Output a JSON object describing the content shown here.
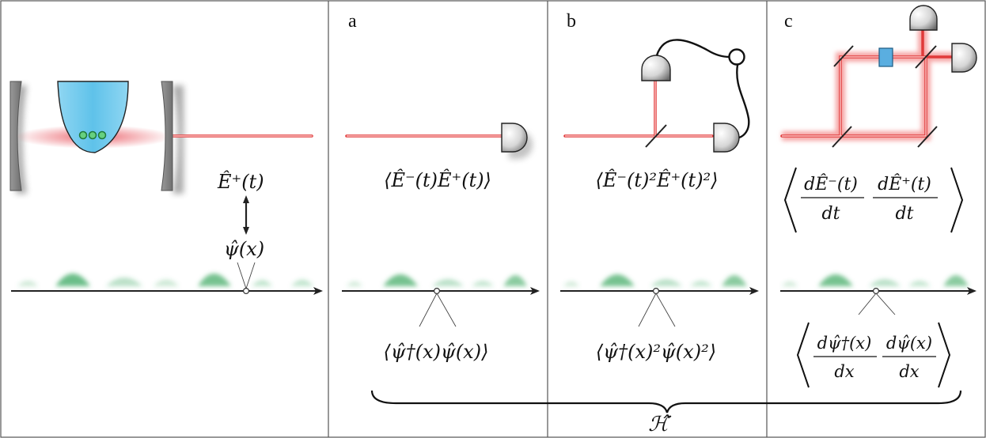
{
  "panels": {
    "a": {
      "label": "a",
      "field_expr": "⟨Ê⁻(t)Ê⁺(t)⟩",
      "matter_expr": "⟨ψ̂†(x)ψ̂(x)⟩"
    },
    "b": {
      "label": "b",
      "field_expr": "⟨Ê⁻(t)²Ê⁺(t)²⟩",
      "matter_expr": "⟨ψ̂†(x)²ψ̂(x)²⟩"
    },
    "c": {
      "label": "c",
      "field_num1": "dÊ⁻(t)",
      "field_den1": "dt",
      "field_num2": "dÊ⁺(t)",
      "field_den2": "dt",
      "matter_num1": "dψ̂†(x)",
      "matter_den1": "dx",
      "matter_num2": "dψ̂(x)",
      "matter_den2": "dx"
    }
  },
  "setup": {
    "field_label": "Ê⁺(t)",
    "matter_label": "ψ̂(x)"
  },
  "hamiltonian_label": "ℋ̂",
  "colors": {
    "beam": "#e03a3a",
    "beam_glow": "#f6a5a5",
    "condensate": "#67c6ea",
    "atom": "#3cb563",
    "density": "#3aa861",
    "detector": "#d9d9d9",
    "cube": "#5aaee0",
    "mirror": "#8a8a8a"
  },
  "icons": [
    "detector-icon",
    "mirror-icon",
    "beam-splitter-icon",
    "correlator-icon",
    "phase-shifter-icon"
  ]
}
